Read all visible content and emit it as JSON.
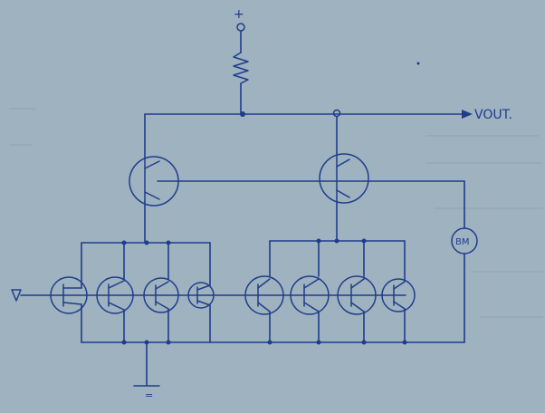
{
  "labels": {
    "supply": "+",
    "output": "VOUT.",
    "meter": "BM",
    "ground": "="
  },
  "colors": {
    "paper": "#9fb2bf",
    "ink": "#1f3d8c"
  },
  "components": {
    "resistor": "resistor-symbol",
    "output_transistors": 2,
    "input_transistors": 8,
    "meter": "meter-symbol",
    "ground": "ground-symbol",
    "input": "input-terminal"
  }
}
